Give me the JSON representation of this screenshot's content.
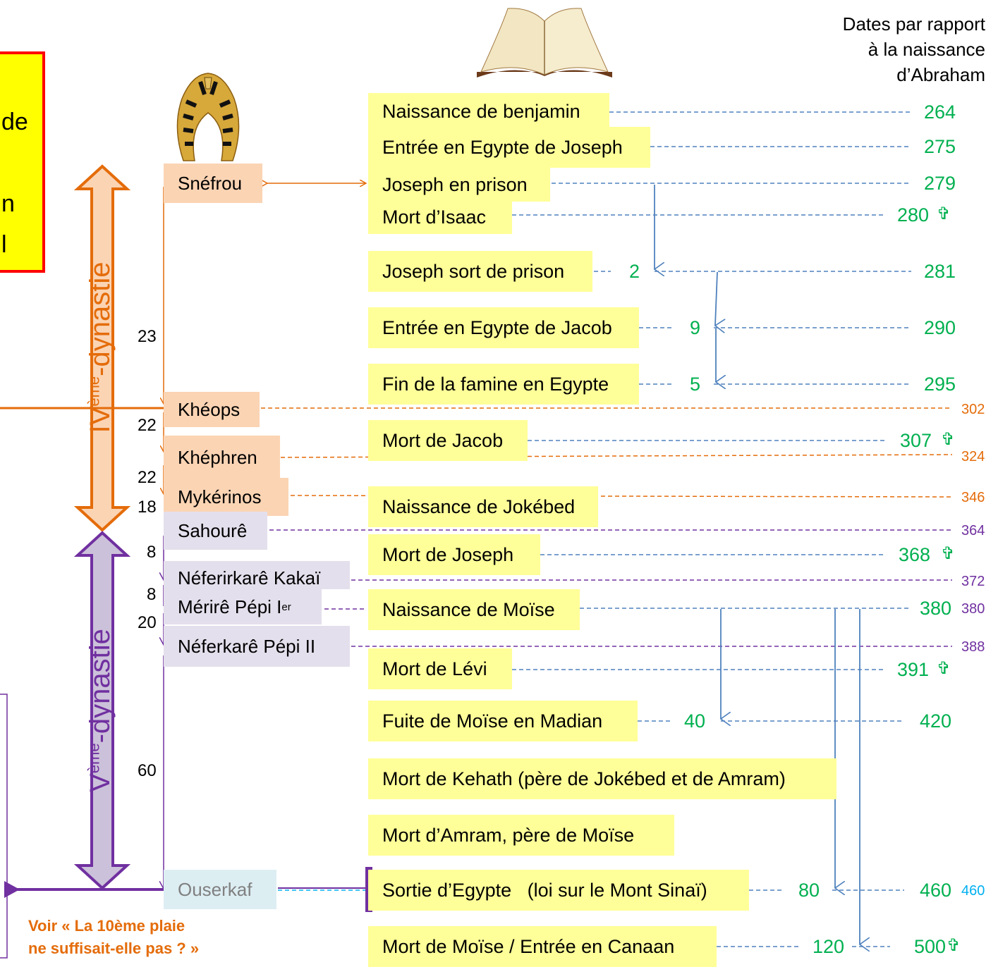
{
  "header_note": {
    "line1": "Dates par rapport",
    "line2": "à la naissance",
    "line3": "d’Abraham"
  },
  "left_box": {
    "fragment1": "de",
    "fragment2": "n",
    "fragment3": "l"
  },
  "dynasties": [
    {
      "numeral": "IV",
      "suffix": "ème",
      "word": "dynastie",
      "color": "#e46c0a"
    },
    {
      "numeral": "V",
      "suffix": "ème",
      "word": "dynastie",
      "color": "#7030a0"
    }
  ],
  "pharaohs": [
    {
      "name": "Snéfrou"
    },
    {
      "name": "Khéops"
    },
    {
      "name": "Khéphren"
    },
    {
      "name": "Mykérinos"
    },
    {
      "name": "Sahourê"
    },
    {
      "name": "Néferirkarê Kakaï"
    },
    {
      "name": "Mérirê Pépi I",
      "sup": "er"
    },
    {
      "name": "Néferkarê Pépi II"
    },
    {
      "name": "Ouserkaf"
    }
  ],
  "reign_durations": [
    "23",
    "22",
    "22",
    "18",
    "8",
    "8",
    "20",
    "60"
  ],
  "events": [
    {
      "label": "Naissance de benjamin",
      "date": "264"
    },
    {
      "label": "Entrée en Egypte de Joseph",
      "date": "275"
    },
    {
      "label": "Joseph en prison",
      "date": "279"
    },
    {
      "label": "Mort d’Isaac",
      "date": "280",
      "death": true
    },
    {
      "label": "Joseph sort de prison",
      "interval": "2",
      "date": "281"
    },
    {
      "label": "Entrée en Egypte de Jacob",
      "interval": "9",
      "date": "290"
    },
    {
      "label": "Fin de la famine en Egypte",
      "interval": "5",
      "date": "295"
    },
    {
      "label": "Mort de Jacob",
      "date": "307",
      "death": true
    },
    {
      "label": "Naissance de Jokébed"
    },
    {
      "label": "Mort de Joseph",
      "date": "368",
      "death": true
    },
    {
      "label": "Naissance de Moïse",
      "date": "380"
    },
    {
      "label": "Mort de Lévi",
      "date": "391",
      "death": true
    },
    {
      "label": "Fuite de Moïse en Madian",
      "interval": "40",
      "date": "420"
    },
    {
      "label": "Mort de Kehath (père de Jokébed et de Amram)"
    },
    {
      "label": "Mort d’Amram, père de Moïse"
    },
    {
      "label": "Sortie d’Egypte   (loi sur le Mont Sinaï)",
      "interval": "80",
      "date": "460"
    },
    {
      "label": "Mort de Moïse / Entrée en Canaan",
      "interval": "120",
      "date": "500",
      "death": true
    }
  ],
  "reign_dates": [
    {
      "value": "302",
      "color": "#e46c0a"
    },
    {
      "value": "324",
      "color": "#e46c0a"
    },
    {
      "value": "346",
      "color": "#e46c0a"
    },
    {
      "value": "364",
      "color": "#7030a0"
    },
    {
      "value": "372",
      "color": "#7030a0"
    },
    {
      "value": "380",
      "color": "#7030a0"
    },
    {
      "value": "388",
      "color": "#7030a0"
    },
    {
      "value": "460",
      "color": "#00b0f0"
    }
  ],
  "death_symbol": "✞",
  "footer_link": {
    "line1": "Voir «  La 10ème plaie",
    "line2": "ne suffisait-elle pas ? »"
  },
  "colors": {
    "event_bg": "#ffff99",
    "green": "#00b050",
    "orange": "#e46c0a",
    "purple": "#7030a0",
    "blue_line": "#4f81bd",
    "peach": "#fbd4b4",
    "lavender": "#e4dfec",
    "cyan": "#00b0f0"
  },
  "icons": {
    "book": "open-book-icon",
    "pharaoh": "pharaoh-headdress-icon",
    "cross": "cross-icon"
  }
}
